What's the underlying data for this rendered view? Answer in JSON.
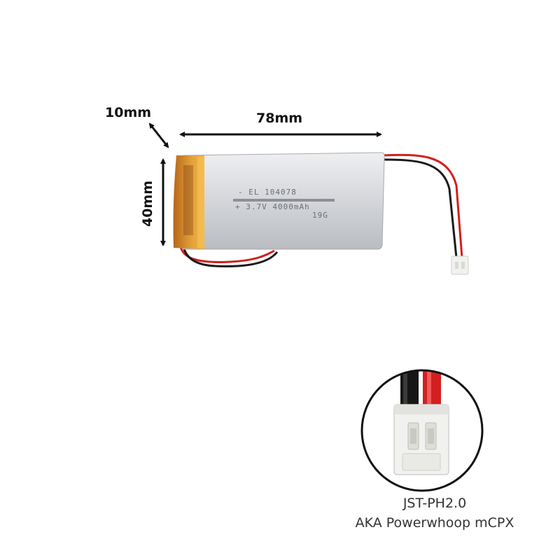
{
  "dimensions": {
    "thickness": "10mm",
    "length": "78mm",
    "width": "40mm"
  },
  "battery_print": {
    "line1": "- EL  104078",
    "line2": "+ 3.7V 4000mAh",
    "line3": "19G"
  },
  "connector": {
    "type_label": "JST-PH2.0",
    "aka_label": "AKA Powerwhoop mCPX"
  },
  "colors": {
    "battery_body": "#d4d6da",
    "kapton_tape": "#e3a23a",
    "wire_red": "#d21f1f",
    "wire_black": "#1a1a1a",
    "connector_white": "#f1f1ef"
  }
}
